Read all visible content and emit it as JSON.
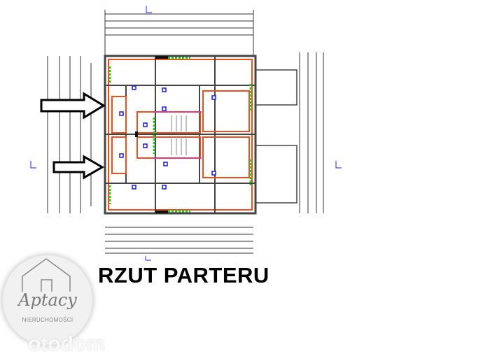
{
  "plan": {
    "title": "RZUT PARTERU",
    "colors": {
      "wall": "#444444",
      "insulation": "#e8511a",
      "window": "#22cc22",
      "room_tag": "#1a1ad6",
      "stair_line": "#e020e0",
      "section_mark": "#2020e0"
    }
  },
  "logo": {
    "script": "Aptacy",
    "subtitle": "NIERUCHOMOŚCI"
  },
  "watermark": {
    "text": "otodom"
  }
}
